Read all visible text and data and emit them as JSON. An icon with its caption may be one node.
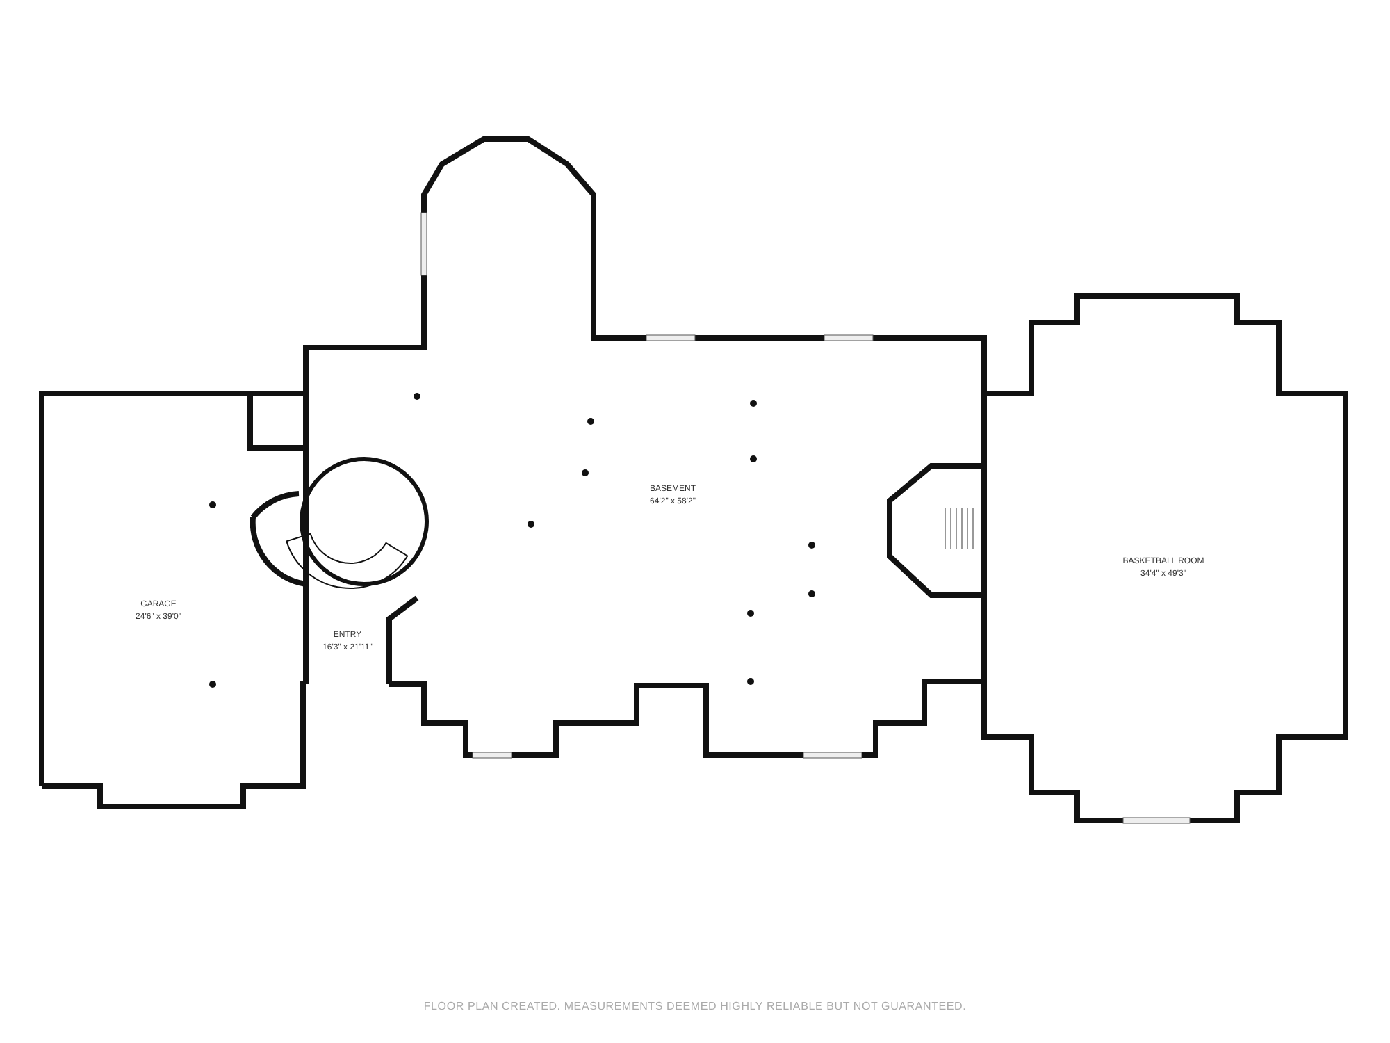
{
  "diagram": {
    "labels": [
      "BASEMENT",
      "64'2\" x 58'2\"",
      "BASKETBALL ROOM",
      "34'4\" x 49'3\"",
      "GARAGE",
      "24'6\" x 39'0\"",
      "ENTRY",
      "16'3\" x 21'11\"",
      "FLOOR PLAN CREATED. MEASUREMENTS DEEMED HIGHLY RELIABLE BUT NOT GUARANTEED."
    ]
  }
}
